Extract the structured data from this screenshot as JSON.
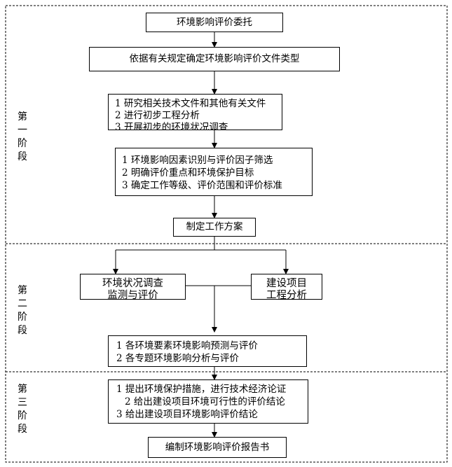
{
  "stages": [
    {
      "chars": [
        "第",
        "一",
        "阶",
        "段"
      ]
    },
    {
      "chars": [
        "第",
        "二",
        "阶",
        "段"
      ]
    },
    {
      "chars": [
        "第",
        "三",
        "阶",
        "段"
      ]
    }
  ],
  "boxes": {
    "commission": "环境影响评价委托",
    "determine_type": "依据有关规定确定环境影响评价文件类型",
    "study": [
      "1 研究相关技术文件和其他有关文件",
      "2 进行初步工程分析",
      "3 开展初步的环境状况调查"
    ],
    "identify": [
      "1 环境影响因素识别与评价因子筛选",
      "2 明确评价重点和环境保护目标",
      "3 确定工作等级、评价范围和评价标准"
    ],
    "work_plan": "制定工作方案",
    "env_survey": [
      "环境状况调查",
      "监测与评价"
    ],
    "project_analysis": [
      "建设项目",
      "工程分析"
    ],
    "predict": [
      "1 各环境要素环境影响预测与评价",
      "2 各专题环境影响分析与评价"
    ],
    "measures": [
      "1 提出环境保护措施，进行技术经济论证",
      "2 给出建设项目环境可行性的评价结论",
      "3 给出建设项目环境影响评价结论"
    ],
    "report": "编制环境影响评价报告书"
  }
}
